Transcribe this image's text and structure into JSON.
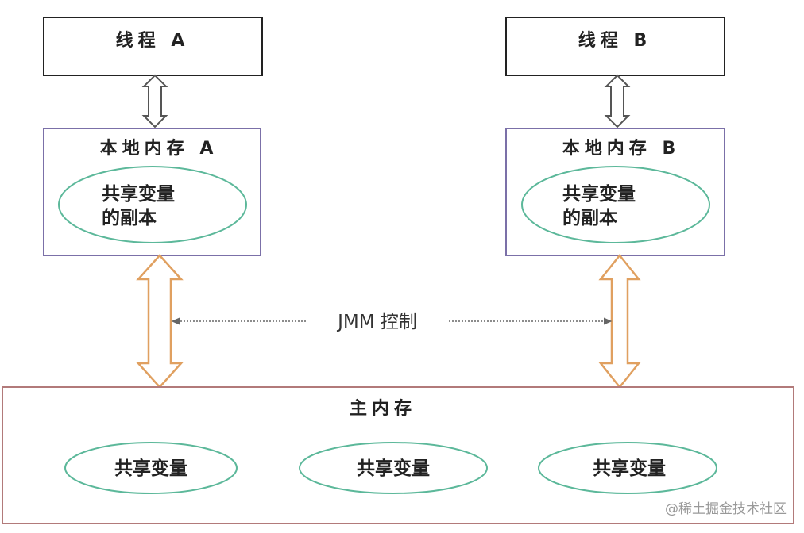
{
  "threads": [
    {
      "label": "线程 A"
    },
    {
      "label": "线程 B"
    }
  ],
  "local_memory": [
    {
      "label": "本地内存 A",
      "copy_line1": "共享变量",
      "copy_line2": "的副本"
    },
    {
      "label": "本地内存 B",
      "copy_line1": "共享变量",
      "copy_line2": "的副本"
    }
  ],
  "jmm_label": "JMM 控制",
  "main_memory": {
    "label": "主内存",
    "variables": [
      "共享变量",
      "共享变量",
      "共享变量"
    ]
  },
  "watermark": "@稀土掘金技术社区",
  "colors": {
    "thread_border": "#222222",
    "local_border": "#7b70a8",
    "main_border": "#b27a7a",
    "ellipse": "#5cb89a",
    "orange_arrow": "#e0a060",
    "gray_arrow": "#555555"
  }
}
